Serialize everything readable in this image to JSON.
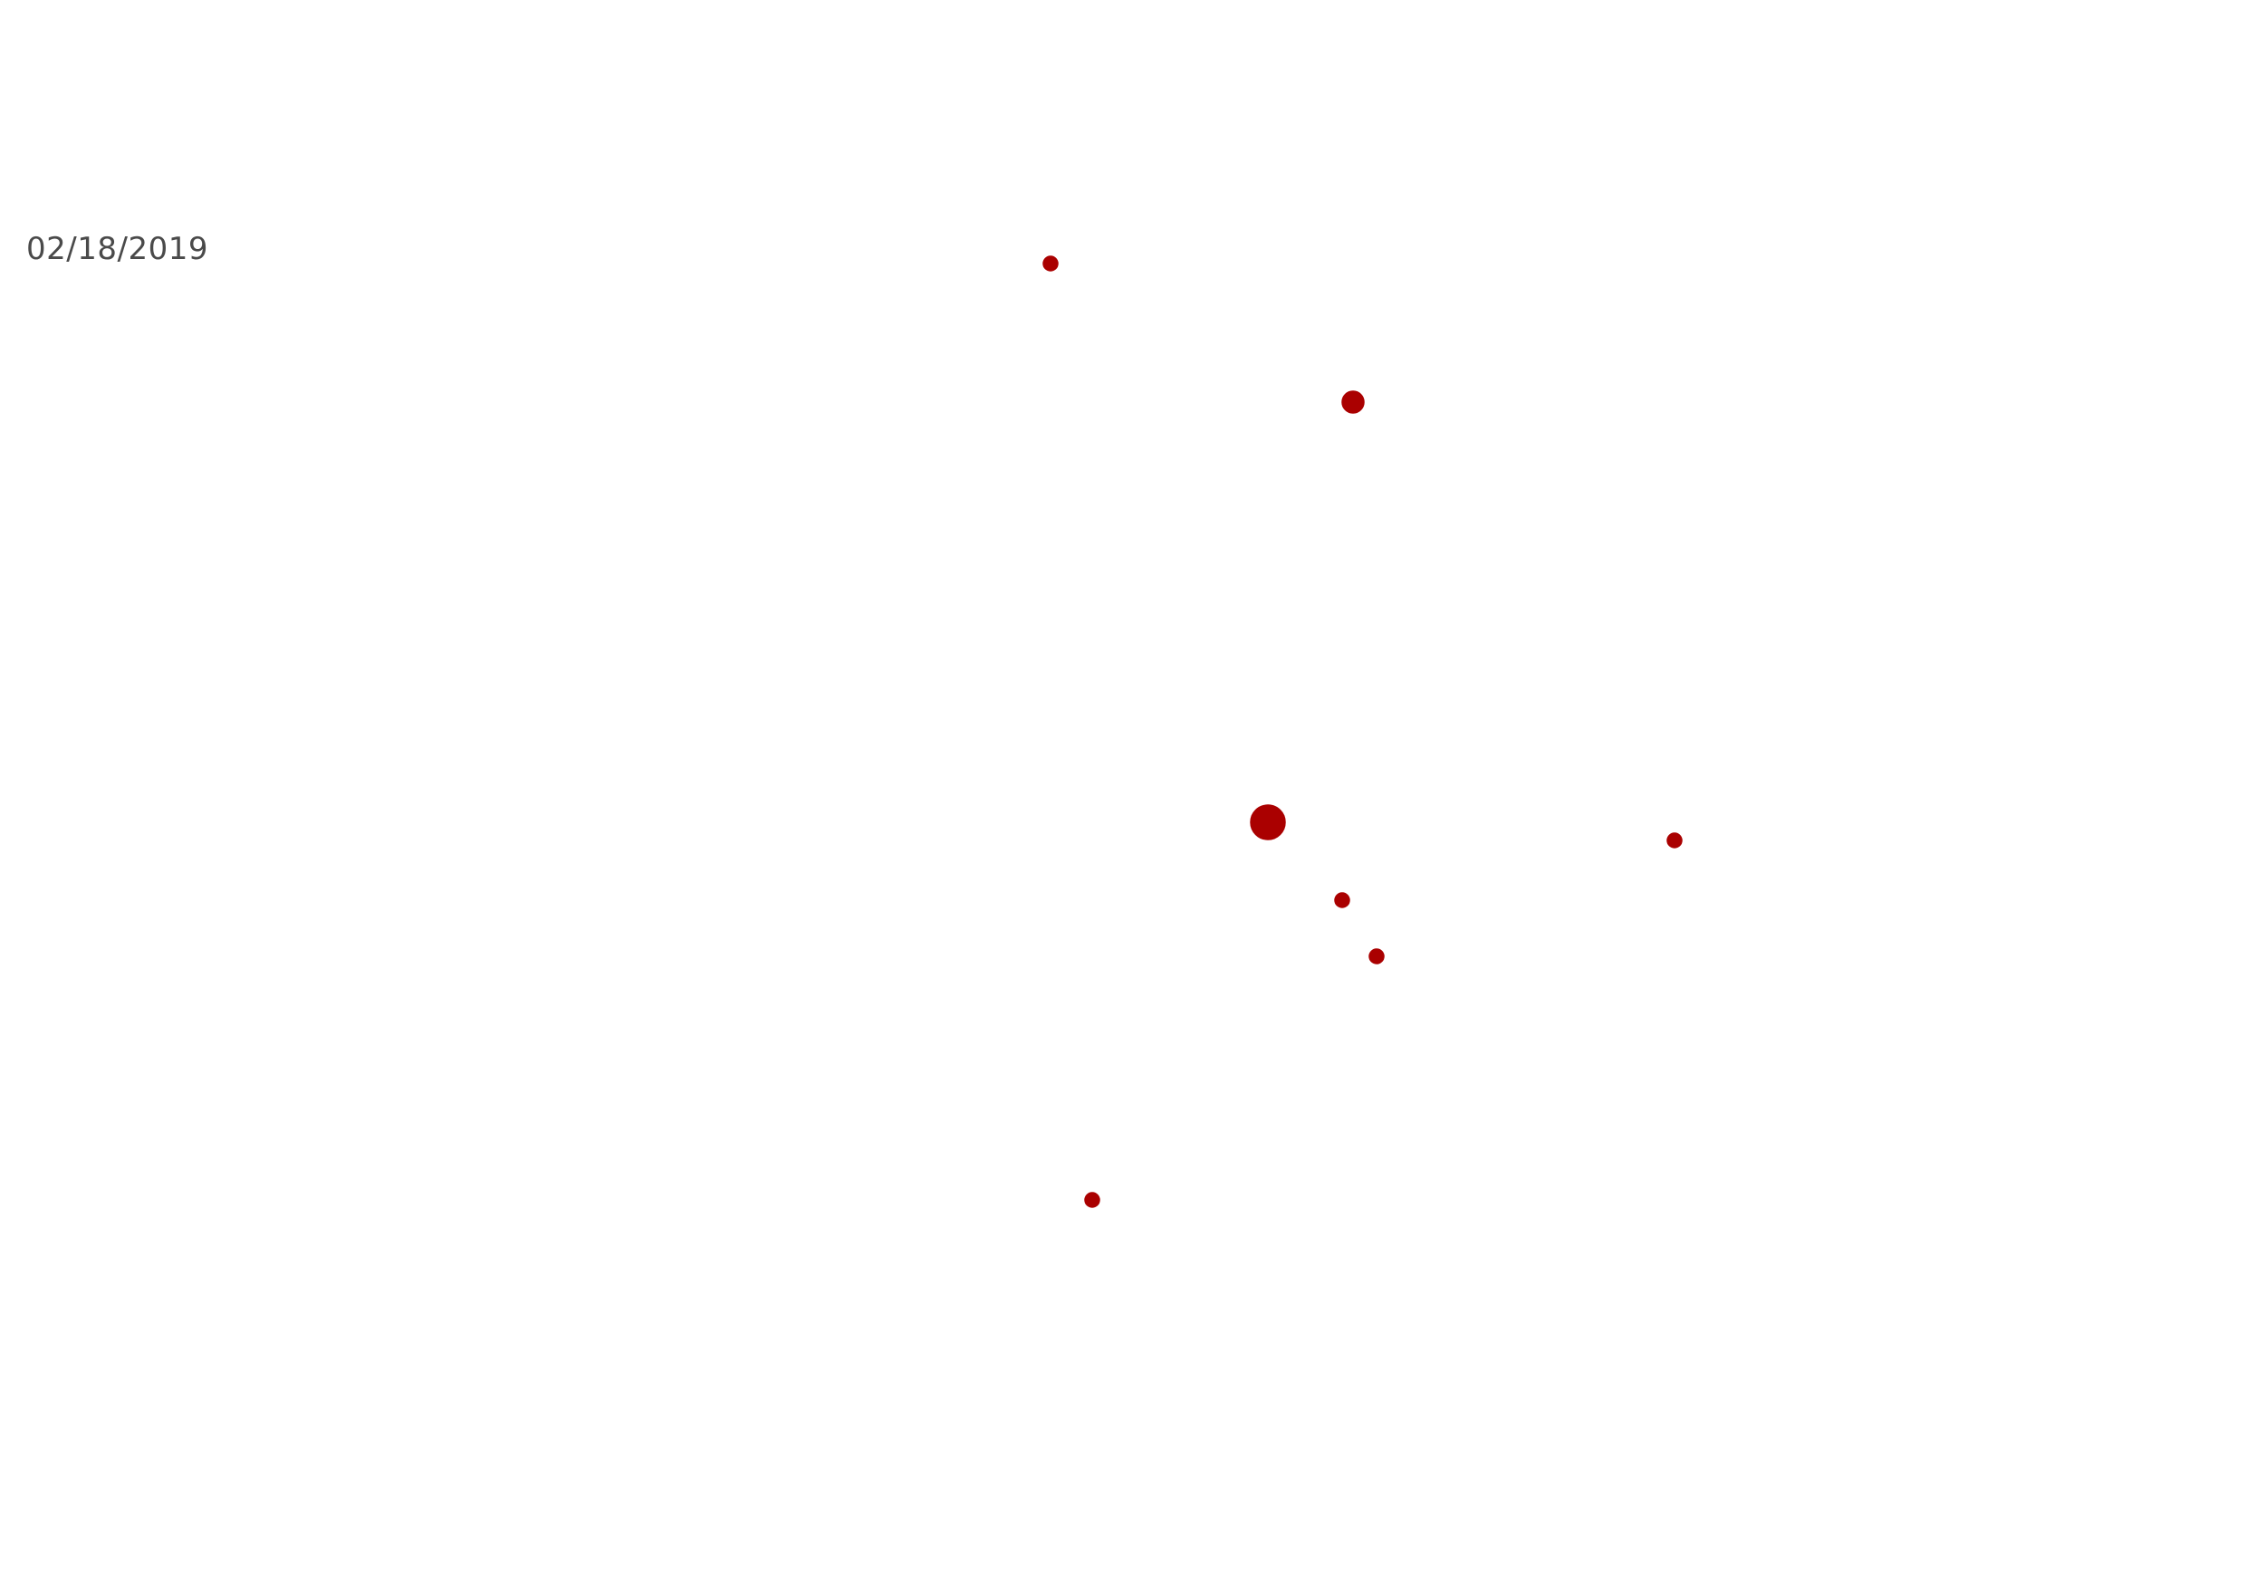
{
  "map": {
    "date": "02/18/2019",
    "marker_color": "#aa0000",
    "marker_outline": "#ffffff",
    "marker_icon": "circle",
    "markers": [
      {
        "id": "a",
        "magnitude": 1
      },
      {
        "id": "b",
        "magnitude": 2
      },
      {
        "id": "c",
        "magnitude": 3
      },
      {
        "id": "d",
        "magnitude": 1
      },
      {
        "id": "e",
        "magnitude": 1
      },
      {
        "id": "f",
        "magnitude": 1
      },
      {
        "id": "g",
        "magnitude": 1
      }
    ]
  }
}
